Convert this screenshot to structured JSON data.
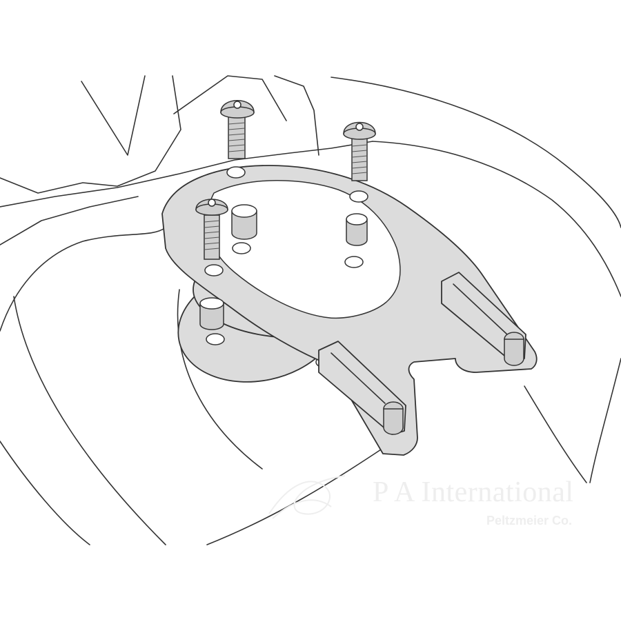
{
  "figure": {
    "subject": "tank ring mounting plate on fuel tank filler",
    "colors": {
      "background": "#ffffff",
      "outline": "#333333",
      "plate": "#dcdcdc",
      "bolt": "#cfcfcf",
      "watermark": "#eeeeee"
    }
  },
  "watermark": {
    "title": "P A International",
    "subtitle": "Peltzmeier Co."
  }
}
